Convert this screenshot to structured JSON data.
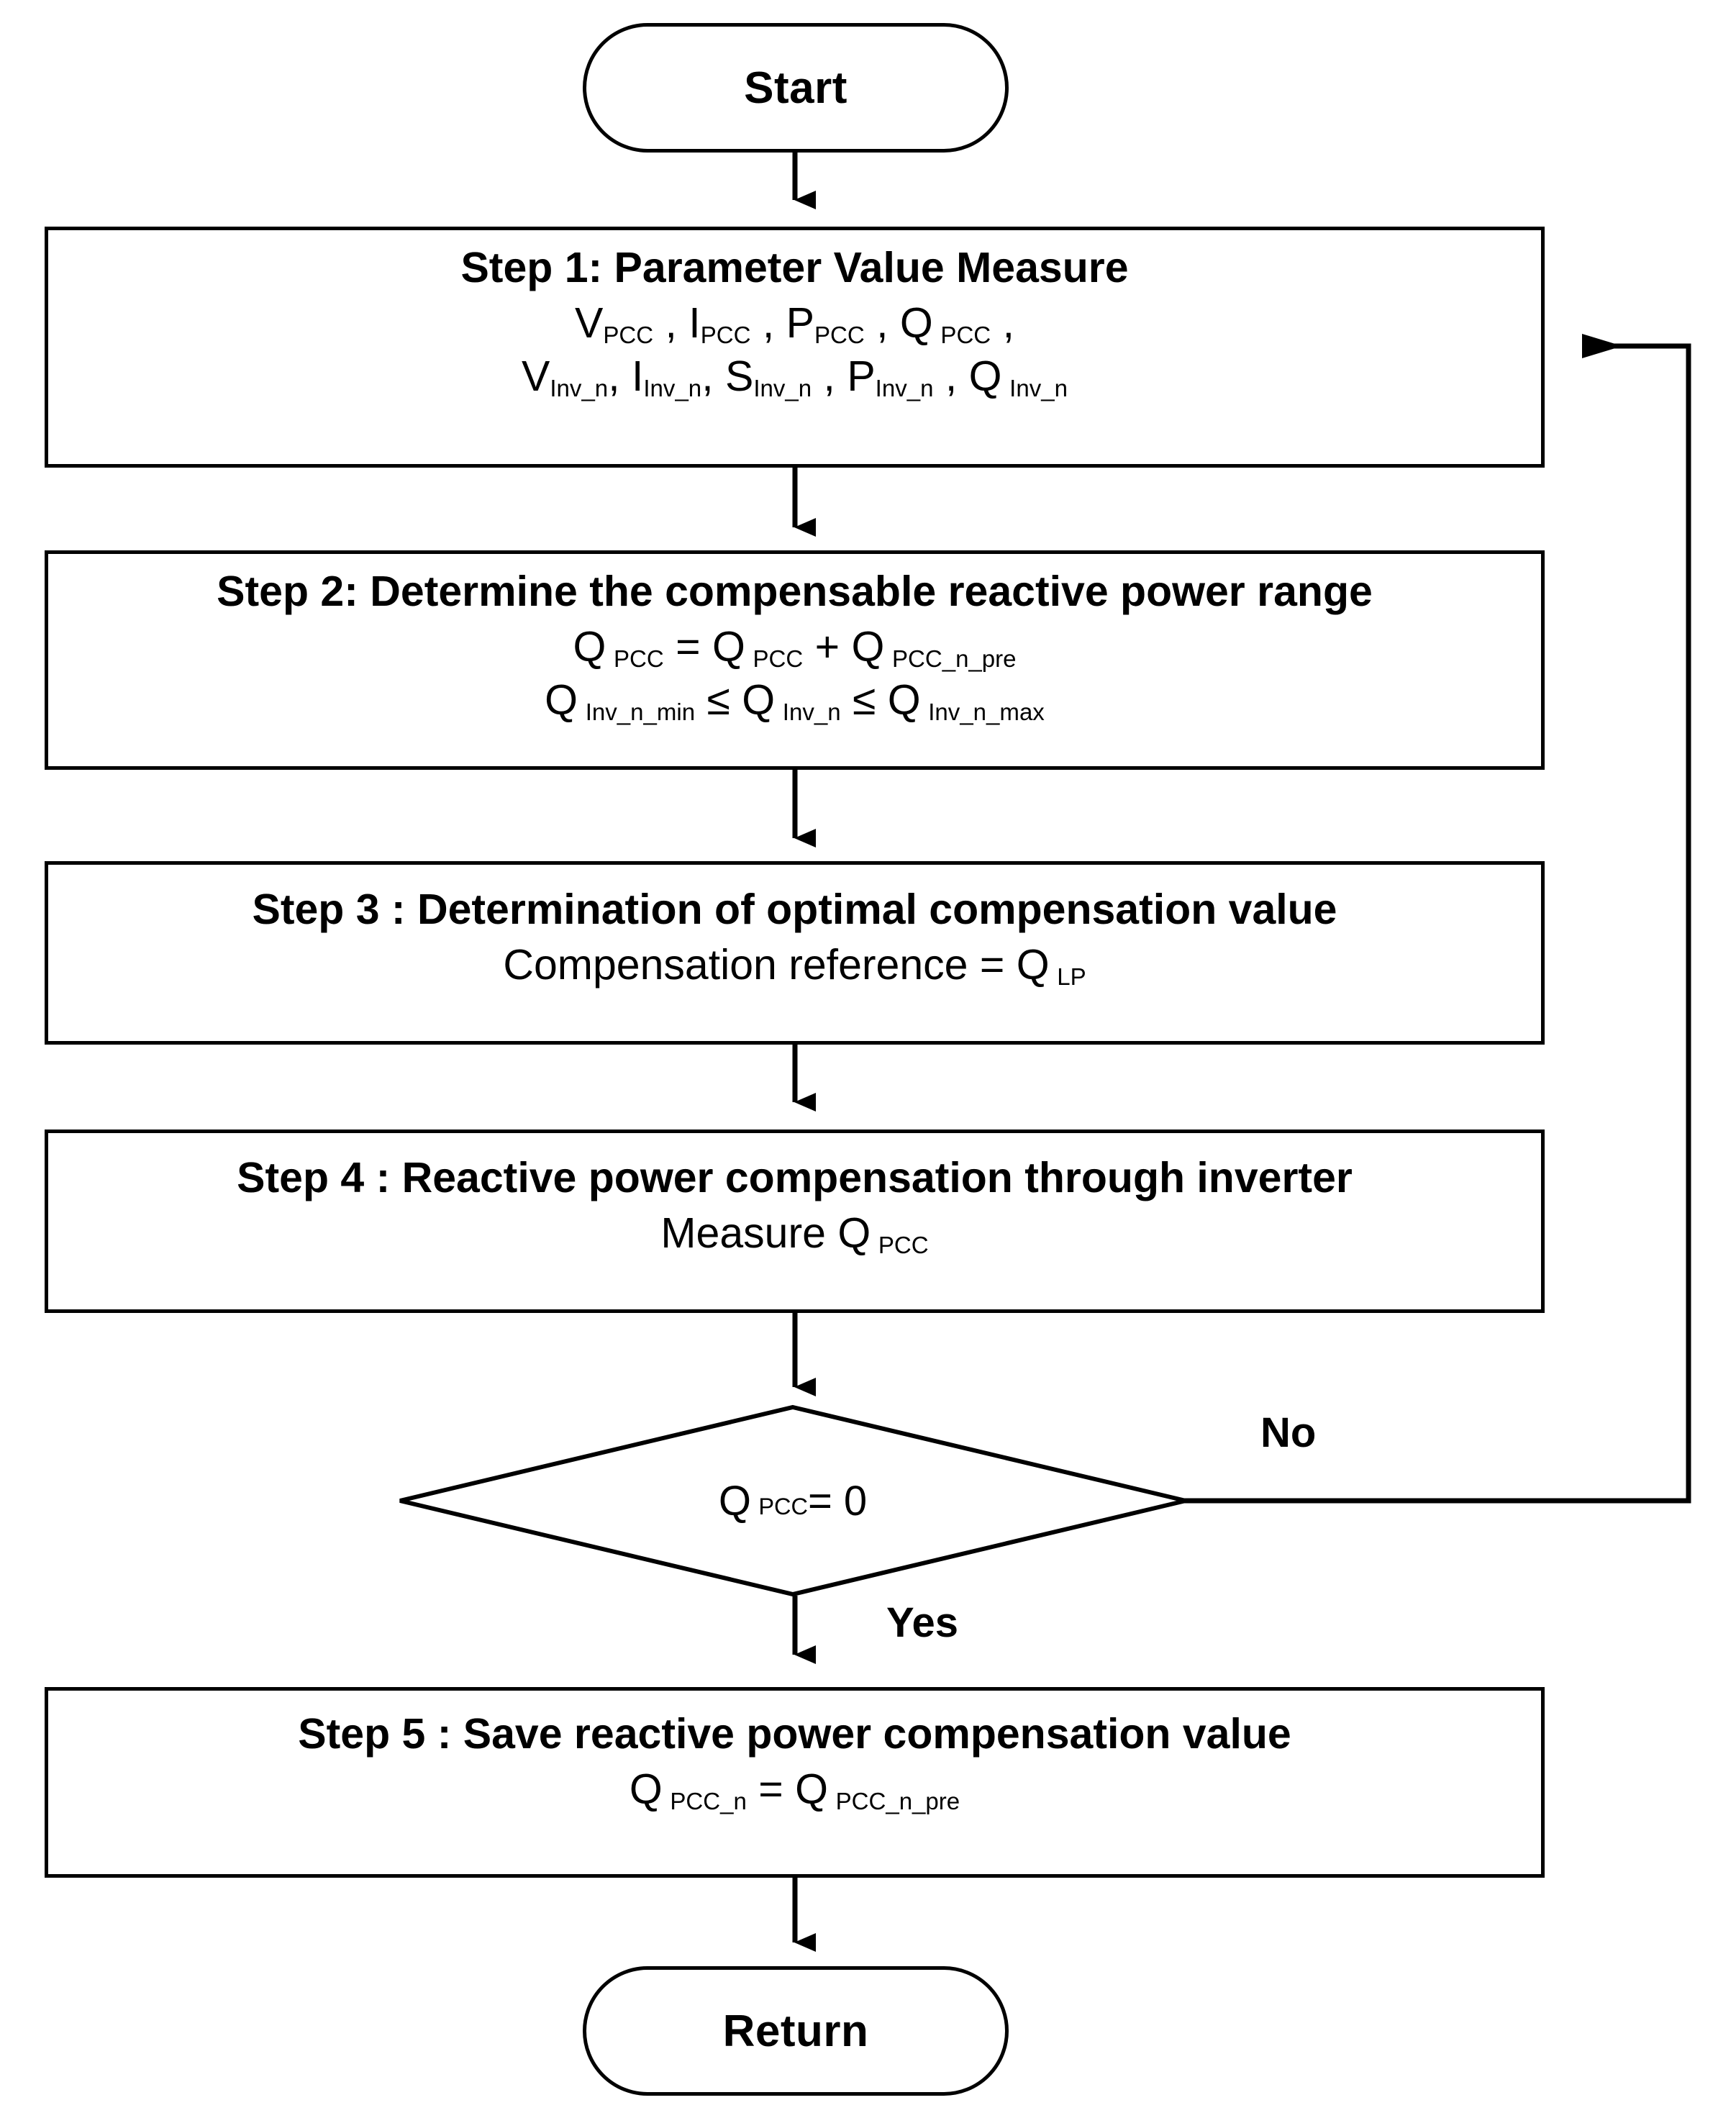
{
  "diagram": {
    "type": "flowchart",
    "orientation": "vertical",
    "nodes": {
      "start": {
        "shape": "terminal",
        "label": "Start"
      },
      "step1": {
        "shape": "process",
        "title": "Step 1: Parameter Value Measure",
        "line2_parts": [
          "V",
          "PCC",
          " , I",
          "PCC",
          " , P",
          "PCC",
          " , Q ",
          "PCC",
          " ,"
        ],
        "line2_plain": "V_PCC , I_PCC , P_PCC , Q _PCC ,",
        "line3_plain": "V_Inv_n, I_Inv_n, S_Inv_n , P_Inv_n , Q _Inv_n"
      },
      "step2": {
        "shape": "process",
        "title": "Step 2: Determine the compensable reactive power range",
        "line2_plain": "Q _PCC = Q _PCC + Q _PCC_n_pre",
        "line3_plain": "Q _Inv_n_min ≤ Q _Inv_n ≤ Q _Inv_n_max"
      },
      "step3": {
        "shape": "process",
        "title": "Step 3 : Determination of optimal compensation value",
        "line2_plain": "Compensation reference = Q _LP"
      },
      "step4": {
        "shape": "process",
        "title": "Step 4 : Reactive power compensation through inverter",
        "line2_plain": "Measure Q _PCC"
      },
      "decision": {
        "shape": "diamond",
        "label_plain": "Q _PCC = 0"
      },
      "step5": {
        "shape": "process",
        "title": "Step 5 : Save reactive power compensation value",
        "line2_plain": "Q _PCC_n = Q _PCC_n_pre"
      },
      "return": {
        "shape": "terminal",
        "label": "Return"
      }
    },
    "edges": [
      {
        "from": "start",
        "to": "step1",
        "label": ""
      },
      {
        "from": "step1",
        "to": "step2",
        "label": ""
      },
      {
        "from": "step2",
        "to": "step3",
        "label": ""
      },
      {
        "from": "step3",
        "to": "step4",
        "label": ""
      },
      {
        "from": "step4",
        "to": "decision",
        "label": ""
      },
      {
        "from": "decision",
        "to": "step1",
        "label": "No"
      },
      {
        "from": "decision",
        "to": "step5",
        "label": "Yes"
      },
      {
        "from": "step5",
        "to": "return",
        "label": ""
      }
    ],
    "labels": {
      "no": "No",
      "yes": "Yes"
    },
    "colors": {
      "stroke": "#000000",
      "fill": "#ffffff",
      "text": "#000000"
    }
  }
}
